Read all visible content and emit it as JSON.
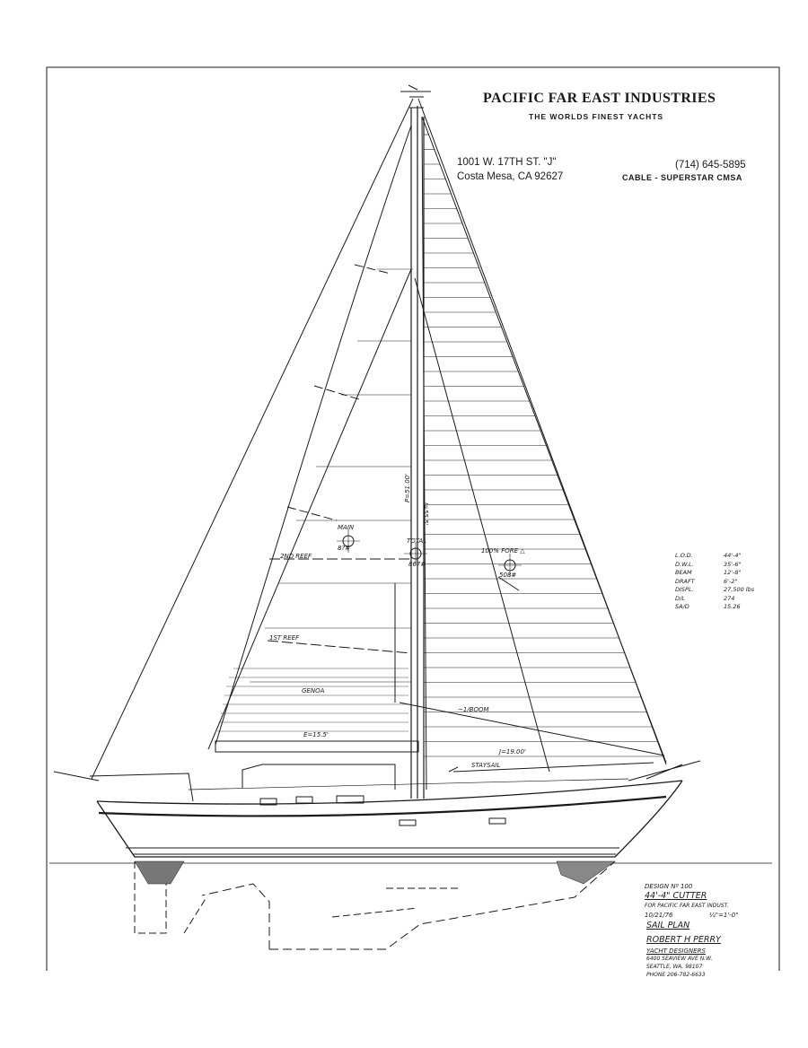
{
  "header": {
    "company": "PACIFIC FAR EAST INDUSTRIES",
    "tagline": "THE WORLDS FINEST YACHTS",
    "address_line1": "1001 W. 17TH ST. \"J\"",
    "address_line2": "Costa Mesa, CA 92627",
    "phone": "(714) 645-5895",
    "cable": "CABLE - SUPERSTAR CMSA"
  },
  "sail_labels": {
    "main": "MAIN",
    "main_area": "8?#",
    "total": "TOTAL",
    "total_area": "867#",
    "genoa": "100% FORE △",
    "genoa_area": "508#",
    "second_reef": "2ND REEF",
    "first_reef": "1ST REEF",
    "genoa_small": "GENOA",
    "boom_dim": "E=15.5'",
    "mast_p": "P=51.00'",
    "mast_i": "I=55.5'",
    "staysail": "STAYSAIL",
    "boom_label": "~1/BOOM",
    "j_dim": "J=19.00'"
  },
  "specs": [
    {
      "label": "L.O.D.",
      "value": "44'-4\""
    },
    {
      "label": "D.W.L.",
      "value": "35'-6\""
    },
    {
      "label": "BEAM",
      "value": "12'-8\""
    },
    {
      "label": "DRAFT",
      "value": "6'-2\""
    },
    {
      "label": "DISPL.",
      "value": "27,500 lbs"
    },
    {
      "label": "D/L",
      "value": "274"
    },
    {
      "label": "SA/D",
      "value": "15.26"
    }
  ],
  "title_block": {
    "design_no": "DESIGN Nº 100",
    "name": "44'-4\" CUTTER",
    "for_line": "FOR PACIFIC FAR EAST INDUST.",
    "date": "10/21/76",
    "scale": "¼\"=1'-0\"",
    "drawing": "SAIL PLAN",
    "designer": "ROBERT H PERRY",
    "firm": "YACHT DESIGNERS",
    "street": "6400 SEAVIEW AVE N.W.",
    "city": "SEATTLE, WA. 98107",
    "phone": "PHONE 206-782-6633"
  },
  "colors": {
    "paper": "#ffffff",
    "ink": "#1a1a1a"
  }
}
